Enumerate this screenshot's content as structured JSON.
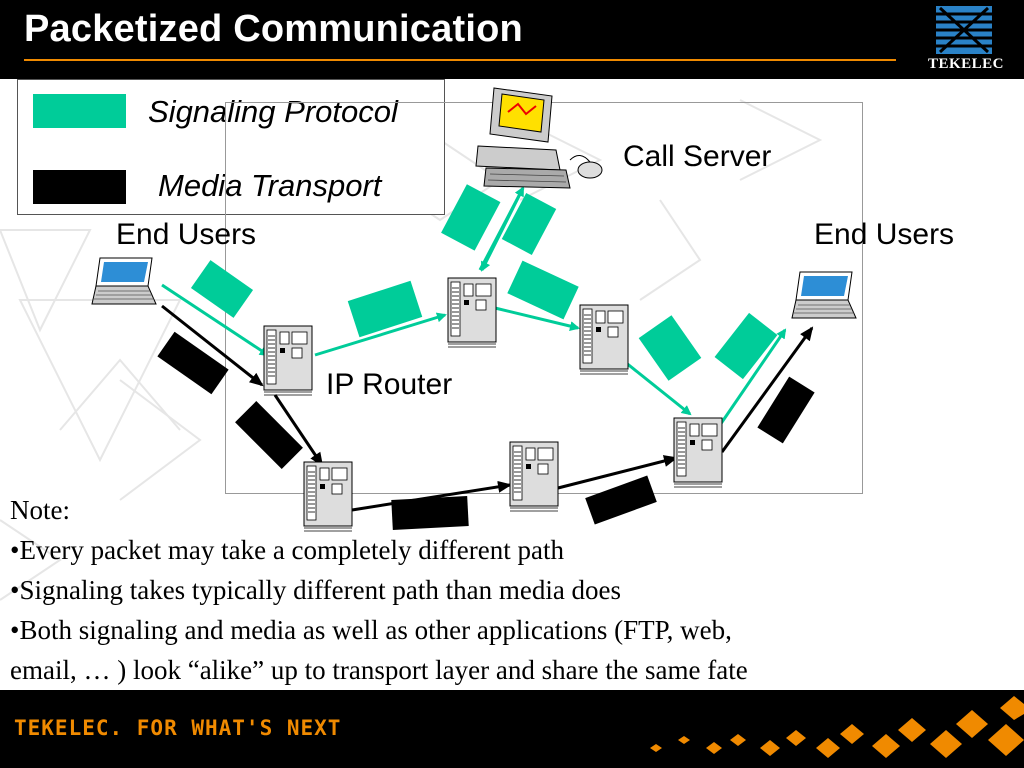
{
  "slide": {
    "title": "Packetized Communication",
    "logo_text": "TEKELEC",
    "tagline": "TEKELEC. FOR WHAT'S NEXT"
  },
  "colors": {
    "signaling": "#00cc99",
    "media": "#000000",
    "accent": "#f08a00",
    "header_bg": "#000000"
  },
  "legend": {
    "items": [
      {
        "label": "Signaling Protocol",
        "color": "#00cc99"
      },
      {
        "label": "Media Transport",
        "color": "#000000"
      }
    ]
  },
  "diagram": {
    "call_server_label": "Call Server",
    "end_users_left_label": "End Users",
    "end_users_right_label": "End Users",
    "router_label": "IP Router",
    "icons": {
      "computer": "desktop-computer-icon",
      "laptop": "laptop-icon",
      "router": "server-router-icon"
    }
  },
  "notes": {
    "heading": "Note:",
    "bullets": [
      "•Every packet may take a completely different path",
      "•Signaling takes typically different path than media does",
      "•Both signaling and media as well as other applications (FTP, web,",
      "email, … ) look “alike” up to transport layer and share the same fate"
    ]
  }
}
